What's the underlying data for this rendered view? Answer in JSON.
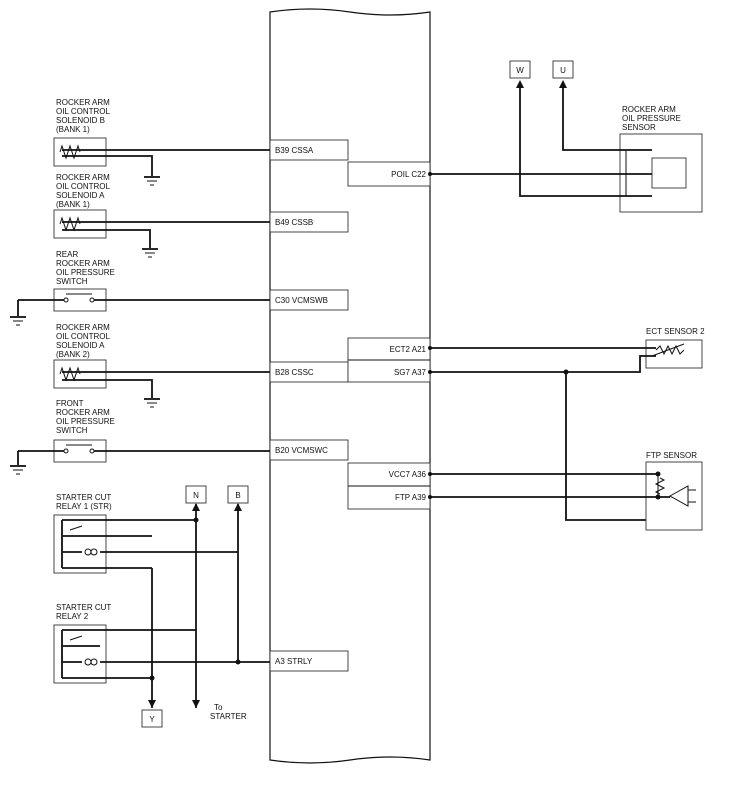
{
  "components": {
    "solenoid_b_bank1": [
      "ROCKER ARM",
      "OIL CONTROL",
      "SOLENOID B",
      "(BANK 1)"
    ],
    "solenoid_a_bank1": [
      "ROCKER ARM",
      "OIL CONTROL",
      "SOLENOID A",
      "(BANK 1)"
    ],
    "rear_switch": [
      "REAR",
      "ROCKER ARM",
      "OIL PRESSURE",
      "SWITCH"
    ],
    "solenoid_a_bank2": [
      "ROCKER ARM",
      "OIL CONTROL",
      "SOLENOID A",
      "(BANK 2)"
    ],
    "front_switch": [
      "FRONT",
      "ROCKER ARM",
      "OIL PRESSURE",
      "SWITCH"
    ],
    "relay1": [
      "STARTER CUT",
      "RELAY 1 (STR)"
    ],
    "relay2": [
      "STARTER CUT",
      "RELAY 2"
    ],
    "oil_pressure_sensor": [
      "ROCKER ARM",
      "OIL PRESSURE",
      "SENSOR"
    ],
    "ect_sensor": "ECT SENSOR 2",
    "ftp_sensor": "FTP SENSOR"
  },
  "pins_left": {
    "cssa": "B39 CSSA",
    "cssb": "B49 CSSB",
    "vcmswb": "C30 VCMSWB",
    "cssc": "B28 CSSC",
    "vcmswc": "B20 VCMSWC",
    "strly": "A3 STRLY"
  },
  "pins_right": {
    "poil": "POIL C22",
    "ect2": "ECT2 A21",
    "sg7": "SG7 A37",
    "vcc7": "VCC7 A36",
    "ftp": "FTP A39"
  },
  "connectors": {
    "w": "W",
    "u": "U",
    "n": "N",
    "b": "B",
    "y": "Y"
  },
  "starter_label": [
    "To",
    "STARTER"
  ]
}
